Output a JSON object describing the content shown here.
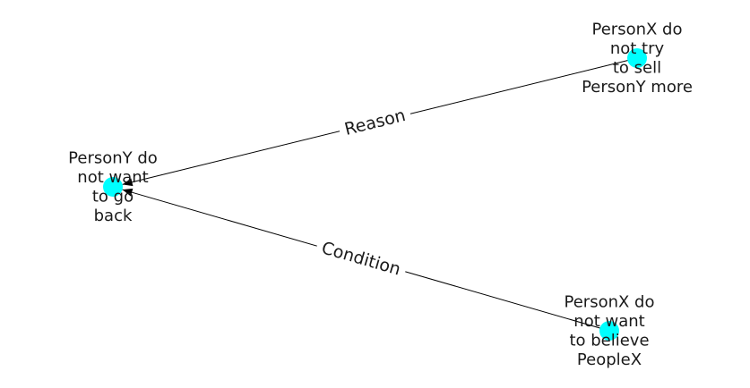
{
  "graph": {
    "node_color": "#00ffff",
    "edge_color": "#000000",
    "nodes": [
      {
        "id": "n1",
        "lines": [
          "PersonY do",
          "not want",
          "to go",
          "back"
        ]
      },
      {
        "id": "n2",
        "lines": [
          "PersonX do",
          "not try",
          "to sell",
          "PersonY more"
        ]
      },
      {
        "id": "n3",
        "lines": [
          "PersonX do",
          "not want",
          "to believe",
          "PeopleX"
        ]
      }
    ],
    "edges": [
      {
        "from": "n2",
        "to": "n1",
        "label": "Reason"
      },
      {
        "from": "n3",
        "to": "n1",
        "label": "Condition"
      }
    ]
  }
}
